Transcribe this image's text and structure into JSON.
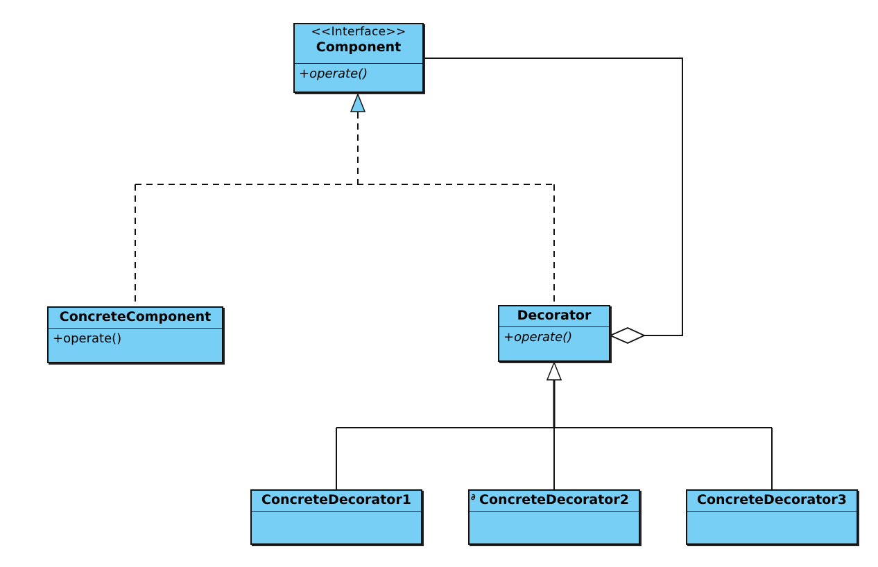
{
  "diagram": {
    "classes": {
      "component": {
        "stereotype": "<<Interface>>",
        "name": "Component",
        "operations": [
          "+operate()"
        ]
      },
      "concrete_component": {
        "name": "ConcreteComponent",
        "operations": [
          "+operate()"
        ]
      },
      "decorator": {
        "name": "Decorator",
        "operations": [
          "+operate()"
        ]
      },
      "concrete_decorator_1": {
        "name": "ConcreteDecorator1",
        "operations": []
      },
      "concrete_decorator_2": {
        "name": "ConcreteDecorator2",
        "operations": []
      },
      "concrete_decorator_3": {
        "name": "ConcreteDecorator3",
        "operations": []
      }
    },
    "relationships": [
      {
        "type": "realization",
        "from": "ConcreteComponent",
        "to": "Component"
      },
      {
        "type": "realization",
        "from": "Decorator",
        "to": "Component"
      },
      {
        "type": "aggregation",
        "from": "Decorator",
        "to": "Component"
      },
      {
        "type": "generalization",
        "from": "ConcreteDecorator1",
        "to": "Decorator"
      },
      {
        "type": "generalization",
        "from": "ConcreteDecorator2",
        "to": "Decorator"
      },
      {
        "type": "generalization",
        "from": "ConcreteDecorator3",
        "to": "Decorator"
      }
    ],
    "colors": {
      "class_fill": "#78cff5",
      "line": "#111111",
      "background": "#ffffff"
    }
  }
}
